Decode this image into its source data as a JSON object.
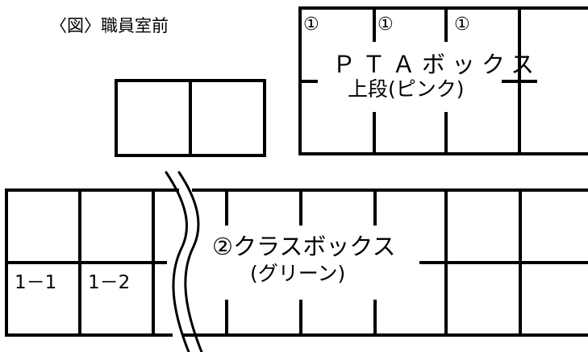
{
  "caption": "〈図〉職員室前",
  "pta_box": {
    "markers": [
      "①",
      "①",
      "①"
    ],
    "title": "ＰＴＡボックス",
    "subtitle": "上段(ピンク)"
  },
  "class_box": {
    "title": "②クラスボックス",
    "subtitle": "(グリーン)"
  },
  "room_labels": [
    "1－1",
    "1－2"
  ]
}
